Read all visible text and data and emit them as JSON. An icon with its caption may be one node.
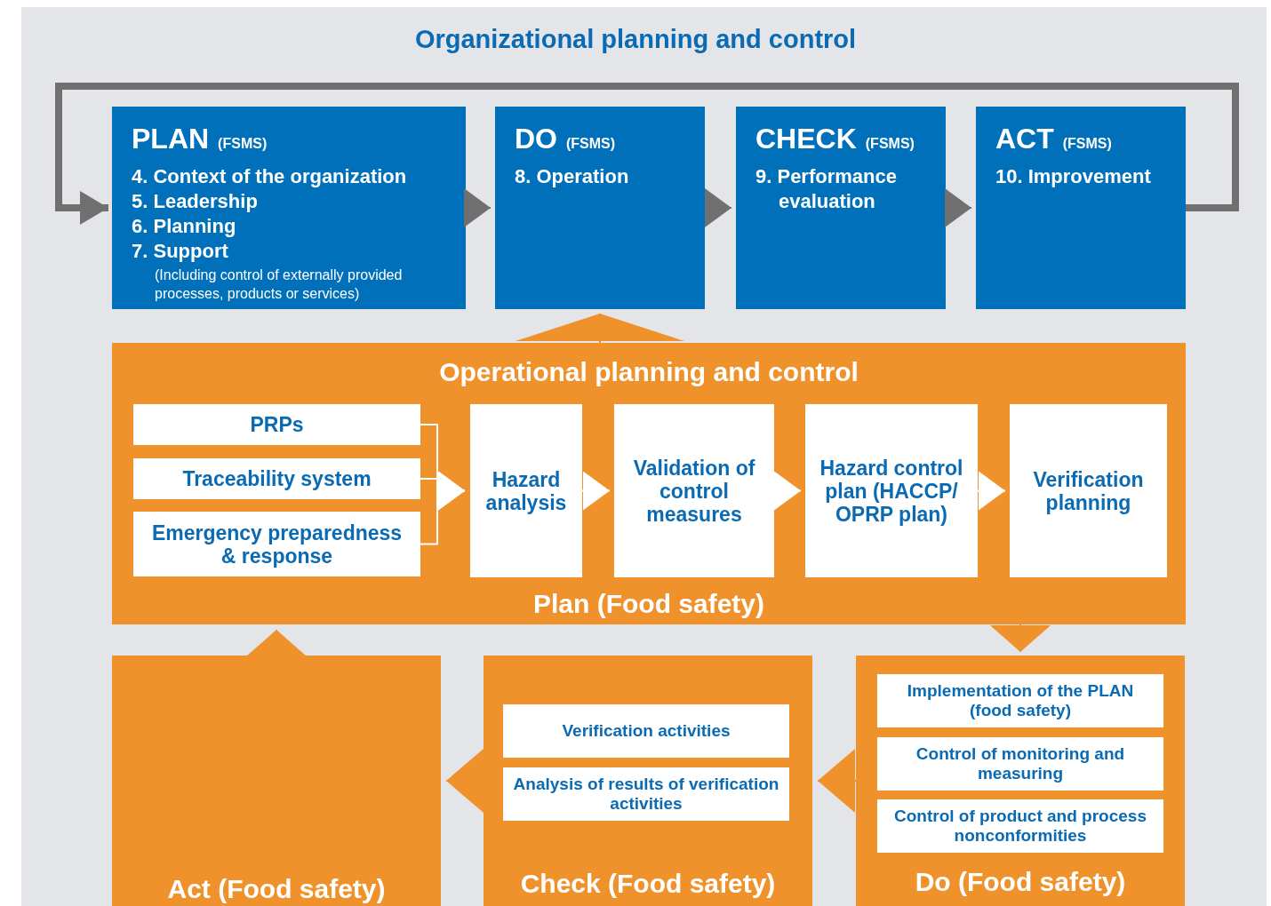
{
  "diagram": {
    "title": "Organizational planning and control",
    "nodes": [
      {
        "text": [
          "PLAN",
          "(FSMS)",
          "4. Context of the organization",
          "5. Leadership",
          "6. Planning",
          "7. Support",
          "(Including control of externally provided processes, products or services)"
        ]
      },
      {
        "text": [
          "DO",
          "(FSMS)",
          "8. Operation"
        ]
      },
      {
        "text": [
          "CHECK",
          "(FSMS)",
          "9. Performance evaluation"
        ]
      },
      {
        "text": [
          "ACT",
          "(FSMS)",
          "10. Improvement"
        ]
      },
      {
        "text": [
          "Operational planning and control",
          "Plan (Food safety)"
        ]
      },
      {
        "text": [
          "PRPs"
        ],
        "in": 4
      },
      {
        "text": [
          "Traceability system"
        ],
        "in": 4
      },
      {
        "text": [
          "Emergency preparedness & response"
        ],
        "in": 4
      },
      {
        "text": [
          "Hazard analysis"
        ],
        "in": 4
      },
      {
        "text": [
          "Validation of control measures"
        ],
        "in": 4
      },
      {
        "text": [
          "Hazard control plan (HACCP/ OPRP plan)"
        ],
        "in": 4
      },
      {
        "text": [
          "Verification planning"
        ],
        "in": 4
      },
      {
        "text": [
          "Act (Food safety)"
        ]
      },
      {
        "text": [
          "Check (Food safety)"
        ]
      },
      {
        "text": [
          "Verification activities"
        ],
        "in": 13
      },
      {
        "text": [
          "Analysis of results of verification activities"
        ],
        "in": 13
      },
      {
        "text": [
          "Do (Food safety)"
        ]
      },
      {
        "text": [
          "Implementation of the PLAN (food safety)"
        ],
        "in": 16
      },
      {
        "text": [
          "Control of monitoring and measuring"
        ],
        "in": 16
      },
      {
        "text": [
          "Control of product and process nonconformities"
        ],
        "in": 16
      }
    ],
    "edges": [
      {
        "from": 3,
        "to": 0,
        "arrow": "to",
        "style": "thick",
        "color": "#707070"
      },
      {
        "from": 0,
        "to": 1,
        "arrow": "to",
        "color": "#707070"
      },
      {
        "from": 1,
        "to": 2,
        "arrow": "to",
        "color": "#707070"
      },
      {
        "from": 2,
        "to": 3,
        "arrow": "to",
        "color": "#707070"
      },
      {
        "from": 4,
        "to": 1,
        "arrow": "to",
        "color": "#f0922c"
      },
      {
        "from": 5,
        "to": 8,
        "arrow": "to"
      },
      {
        "from": 6,
        "to": 8,
        "arrow": "to"
      },
      {
        "from": 7,
        "to": 8,
        "arrow": "to"
      },
      {
        "from": 8,
        "to": 9,
        "arrow": "to"
      },
      {
        "from": 9,
        "to": 10,
        "arrow": "to"
      },
      {
        "from": 10,
        "to": 11,
        "arrow": "to"
      },
      {
        "from": 4,
        "to": 16,
        "arrow": "to",
        "color": "#f0922c"
      },
      {
        "from": 16,
        "to": 13,
        "arrow": "to",
        "color": "#f0922c"
      },
      {
        "from": 13,
        "to": 12,
        "arrow": "to",
        "color": "#f0922c"
      },
      {
        "from": 12,
        "to": 4,
        "arrow": "to",
        "color": "#f0922c"
      }
    ]
  }
}
